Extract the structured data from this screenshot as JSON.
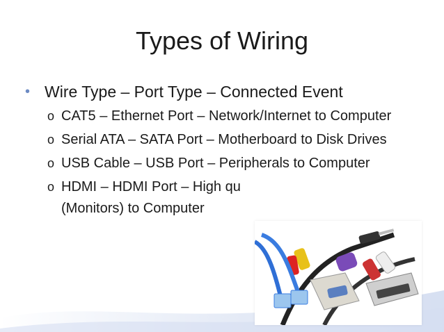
{
  "slide": {
    "title": "Types of Wiring",
    "bullet": "Wire Type – Port Type – Connected Event",
    "sub_marker": "o",
    "sub_bullets": [
      "CAT5 – Ethernet Port – Network/Internet to Computer",
      "Serial ATA – SATA Port – Motherboard to Disk Drives",
      "USB Cable – USB Port – Peripherals to Computer",
      "HDMI – HDMI Port – High qu",
      "(Monitors) to Computer"
    ],
    "bullet_marker": "•",
    "colors": {
      "bullet": "#6c8ac3",
      "wave_light": "#e3e9f6",
      "wave_mid": "#c9d5ee"
    }
  }
}
